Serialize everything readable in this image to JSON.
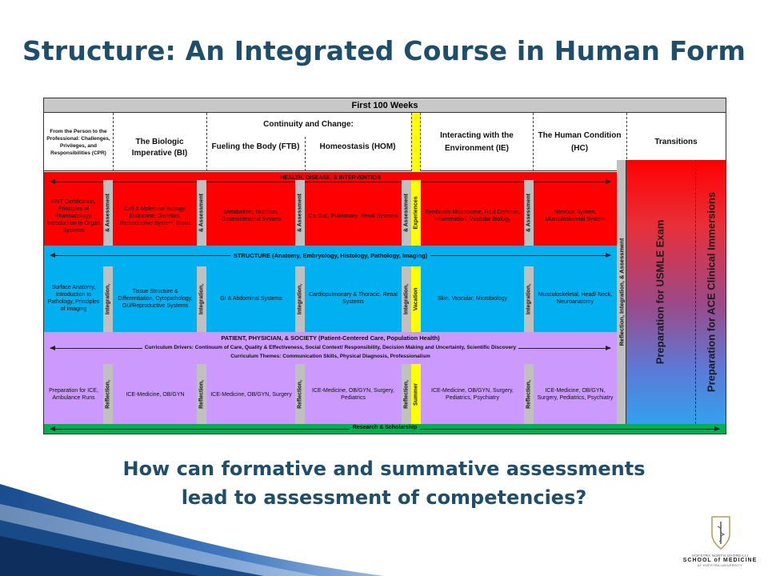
{
  "title": "Structure: An Integrated Course in Human Form",
  "header": {
    "top": "First 100 Weeks",
    "cpr": "From the Person to the Professional: Challenges, Privileges, and Responsibilities (CPR)",
    "bi": "The Biologic Imperative (BI)",
    "continuity": "Continuity and Change:",
    "ftb": "Fueling the Body (FTB)",
    "hom": "Homeostasis (HOM)",
    "ie": "Interacting with the Environment (IE)",
    "hc": "The Human Condition (HC)",
    "transitions": "Transitions"
  },
  "red_band": {
    "label": "HEALTH, DISEASE, & INTERVENTION",
    "cells": [
      "EMT Certification, Principles of Pharmacology, Introduction to Organ Systems",
      "Cell & Molecular Biology, Endocrine, Genetics, Reproductive System, Blood",
      "Metabolism, Nutrition, Gastrointestinal System",
      "Cardiac, Pulmonary, Renal Systems",
      "Symbiosis-Microbiome, Host Defense, Inflammation, Vascular Biology",
      "Nervous System, Musculoskeletal System"
    ],
    "bar_label": "& Assessment",
    "yellow_label": "Experiences"
  },
  "blue_band": {
    "label": "STRUCTURE (Anatomy, Embryology, Histology, Pathology, Imaging)",
    "cells": [
      "Surface Anatomy, Introduction to Pathology, Principles of Imaging",
      "Tissue Structure & Differentiation, Cytopathology, GU/Reproductive Systems",
      "GI & Abdominal Systems",
      "Cardiopulmonary & Thoracic, Renal Systems",
      "Skin, Vascular, Microbiology",
      "Musculoskeletal, Head/ Neck, Neuroanatomy"
    ],
    "bar_label": "Integration,",
    "yellow_label": "Vacation"
  },
  "purple_band": {
    "label": "PATIENT, PHYSICIAN, & SOCIETY (Patient-Centered Care, Population Health)",
    "drivers": "Curriculum Drivers: Continuum of Care, Quality & Effectiveness, Social Context/ Responsibility, Decision Making and Uncertainty, Scientific Discovery",
    "themes": "Curriculum Themes: Communication Skills, Physical Diagnosis, Professionalism",
    "cells": [
      "Preparation for ICE, Ambulance Runs",
      "ICE-Medicine, OB/GYN",
      "ICE-Medicine, OB/GYN, Surgery",
      "ICE-Medicine, OB/GYN, Surgery, Pediatrics",
      "ICE-Medicine, OB/GYN, Surgery, Pediatrics, Psychiatry",
      "ICE-Medicine, OB/GYN, Surgery, Pediatrics, Psychiatry"
    ],
    "bar_label": "Reflection,",
    "yellow_label": "Summer"
  },
  "reflection_bar": "Reflection, Integration, & Assessment",
  "prep_usmle": "Preparation for USMLE Exam",
  "prep_ace": "Preparation for ACE Clinical Immersions",
  "research": "Research & Scholarship",
  "question_line1": "How can formative and summative assessments",
  "question_line2": "lead to assessment of competencies?",
  "logo": {
    "line1": "HOFSTRA NORTH SHORE-LIJ",
    "line2": "SCHOOL of MEDICINE",
    "line3": "AT HOFSTRA UNIVERSITY"
  },
  "colors": {
    "title": "#1f4e6b",
    "red": "#ff0000",
    "blue": "#00b0f0",
    "purple": "#cc99ff",
    "green": "#00b050",
    "yellow": "#ffff00",
    "gray": "#c0c0c0"
  }
}
